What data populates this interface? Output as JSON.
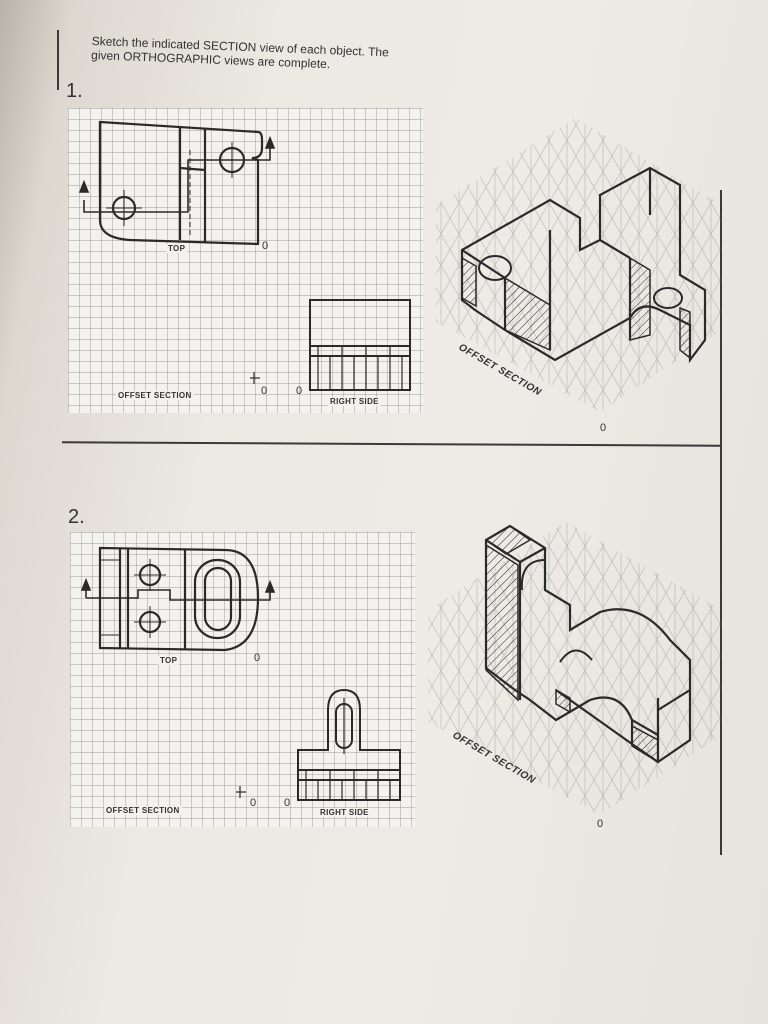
{
  "instructions": {
    "line1": "Sketch the indicated SECTION view of each object. The",
    "line2": "given ORTHOGRAPHIC views are complete."
  },
  "problems": [
    {
      "number": "1.",
      "labels": {
        "top": "TOP",
        "offset_section": "OFFSET SECTION",
        "right_side": "RIGHT SIDE",
        "iso": "OFFSET SECTION"
      },
      "zero_marks": [
        "0",
        "0",
        "0",
        "0"
      ]
    },
    {
      "number": "2.",
      "labels": {
        "top": "TOP",
        "offset_section": "OFFSET SECTION",
        "right_side": "RIGHT SIDE",
        "iso": "OFFSET SECTION"
      },
      "zero_marks": [
        "0",
        "0",
        "0",
        "0"
      ]
    }
  ]
}
